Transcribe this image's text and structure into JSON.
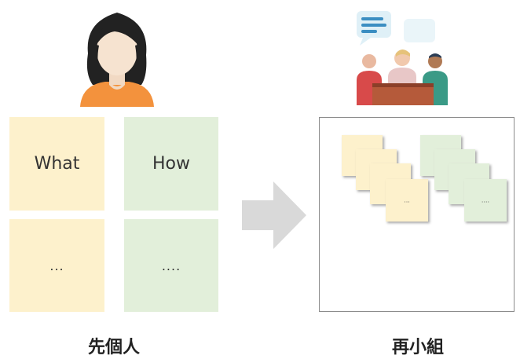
{
  "individual": {
    "caption": "先個人",
    "cards": [
      {
        "text": "What",
        "color": "#fdf1cc"
      },
      {
        "text": "How",
        "color": "#e2efda"
      },
      {
        "text": "...",
        "color": "#fdf1cc"
      },
      {
        "text": "....",
        "color": "#e2efda"
      }
    ],
    "icon": "woman-avatar-icon"
  },
  "transition": {
    "icon": "right-arrow-icon",
    "color": "#d9d9d9"
  },
  "group": {
    "caption": "再小組",
    "icon": "team-meeting-icon",
    "stack_labels": {
      "yellow": "...",
      "green": "...."
    }
  },
  "colors": {
    "yellow_note": "#fdf1cc",
    "green_note": "#e2efda",
    "board_border": "#8c8c8c"
  }
}
